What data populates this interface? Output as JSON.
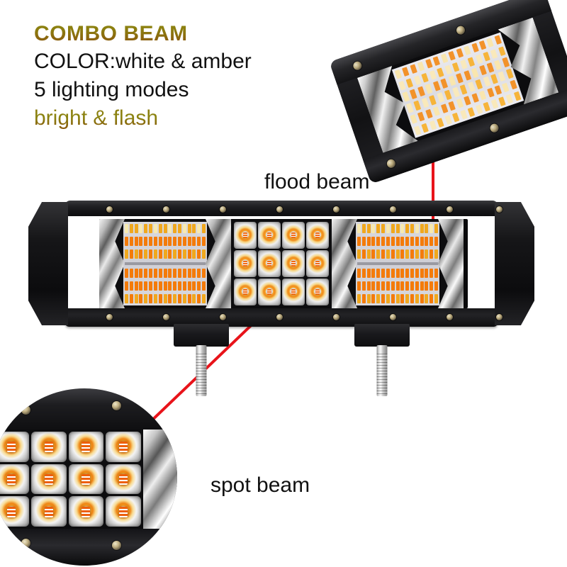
{
  "product": {
    "headline": "COMBO BEAM",
    "color_spec": "COLOR:white & amber",
    "modes_spec": "5 lighting modes",
    "modes_detail": "bright & flash",
    "headline_color_top": "#8d8b11",
    "headline_color_bottom": "#8a4c0b",
    "body_text_color": "#111111",
    "accent_color": "#8a8410"
  },
  "callouts": [
    {
      "id": "flood",
      "label": "flood beam",
      "pointer_color": "#e8131a"
    },
    {
      "id": "spot",
      "label": "spot beam",
      "pointer_color": "#e8131a"
    }
  ],
  "light_bar": {
    "housing_color": "#101012",
    "segments": [
      {
        "type": "flood",
        "name": "left-flood-segment",
        "chip_rows": 6
      },
      {
        "type": "spot",
        "name": "center-spot-segment",
        "cup_columns": 4,
        "cup_rows": 3
      },
      {
        "type": "flood",
        "name": "right-flood-segment",
        "chip_rows": 6
      }
    ],
    "mounting_brackets": 2,
    "led_colors": {
      "amber": "#f47b0a",
      "warm": "#f0a81e",
      "white": "#f7e9b0"
    }
  },
  "insets": {
    "flood_closeup": {
      "name": "flood-beam-closeup",
      "rows": 6,
      "shape": "tilted-rectangle"
    },
    "spot_closeup": {
      "name": "spot-beam-closeup",
      "cup_columns": 4,
      "cup_rows": 3,
      "shape": "circle"
    }
  }
}
